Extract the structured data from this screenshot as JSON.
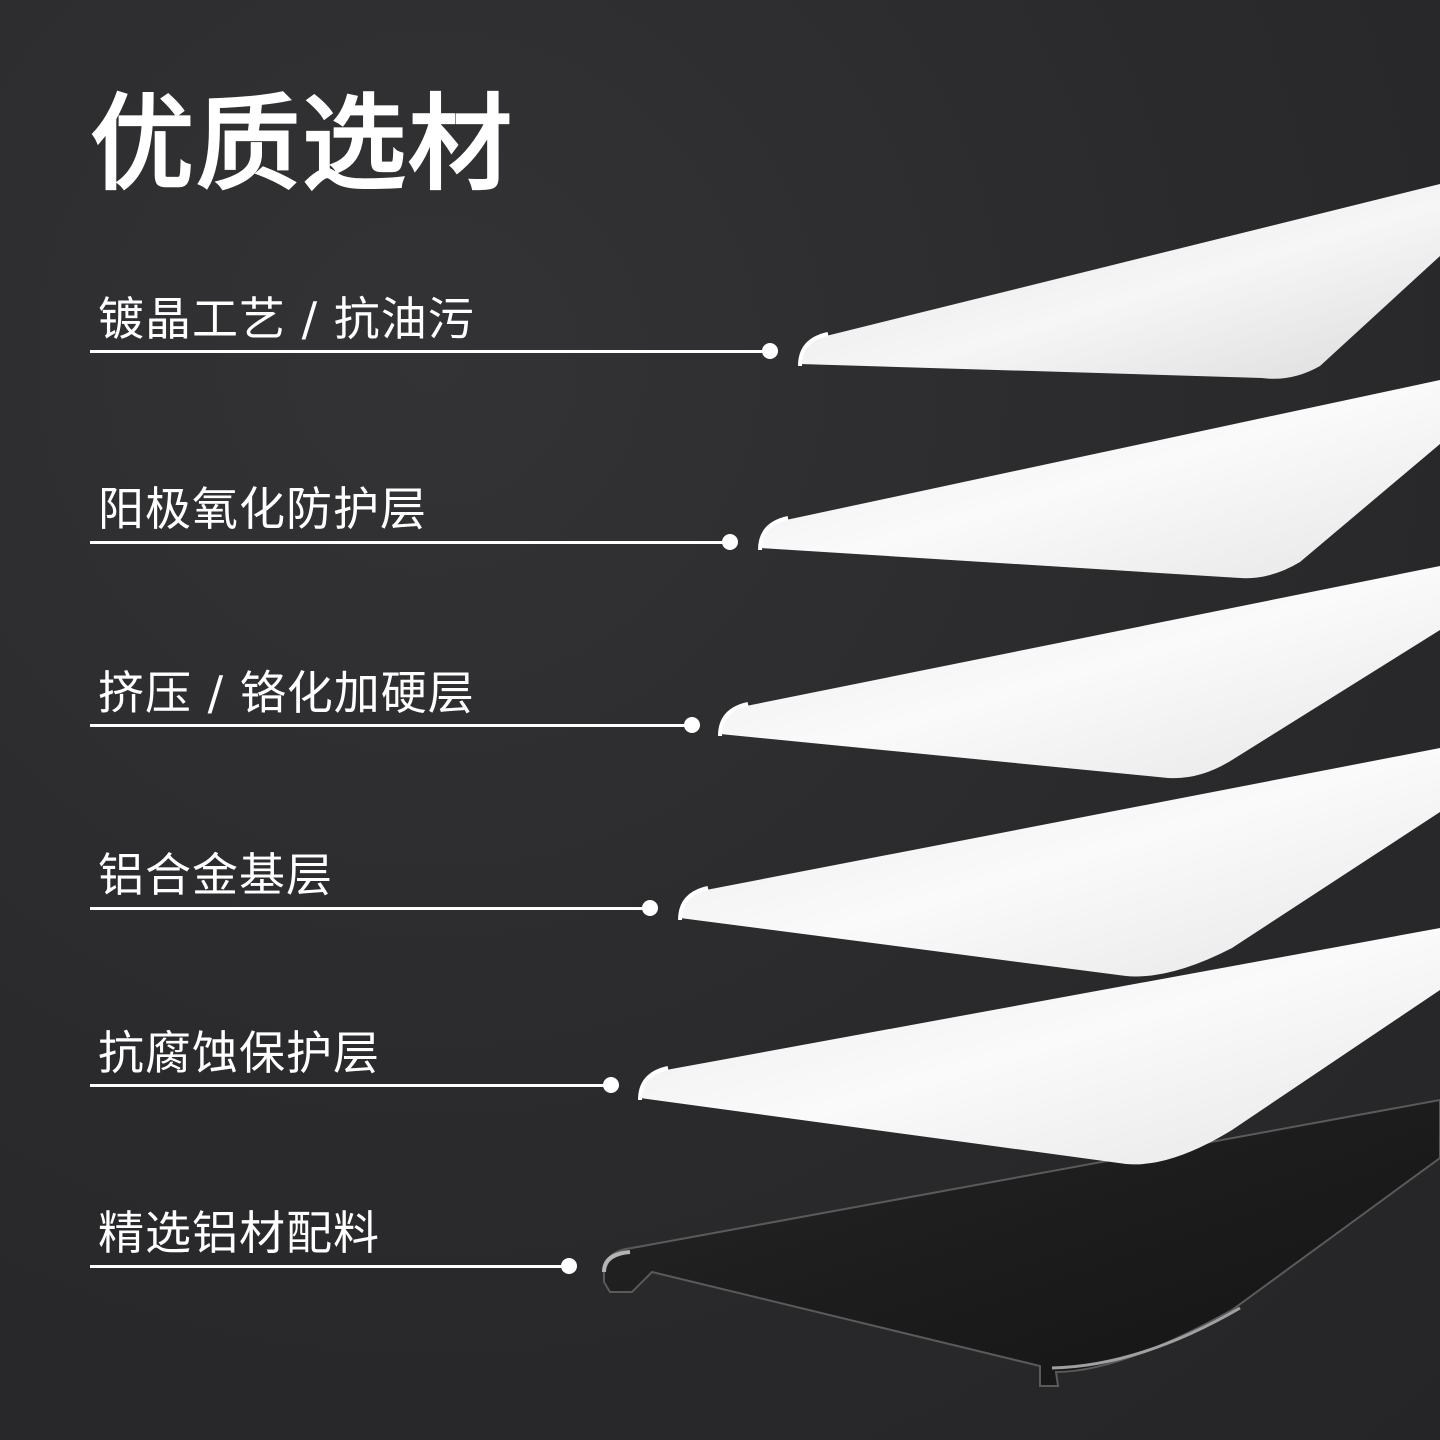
{
  "title": "优质选材",
  "layers": [
    {
      "label": "镀晶工艺 / 抗油污"
    },
    {
      "label": "阳极氧化防护层"
    },
    {
      "label": "挤压 / 铬化加硬层"
    },
    {
      "label": "铝合金基层"
    },
    {
      "label": "抗腐蚀保护层"
    },
    {
      "label": "精选铝材配料"
    }
  ],
  "colors": {
    "background": "#2b2b2d",
    "text": "#ffffff",
    "panel_light": "#f0f0f0",
    "panel_dark": "#1f1f1f"
  }
}
